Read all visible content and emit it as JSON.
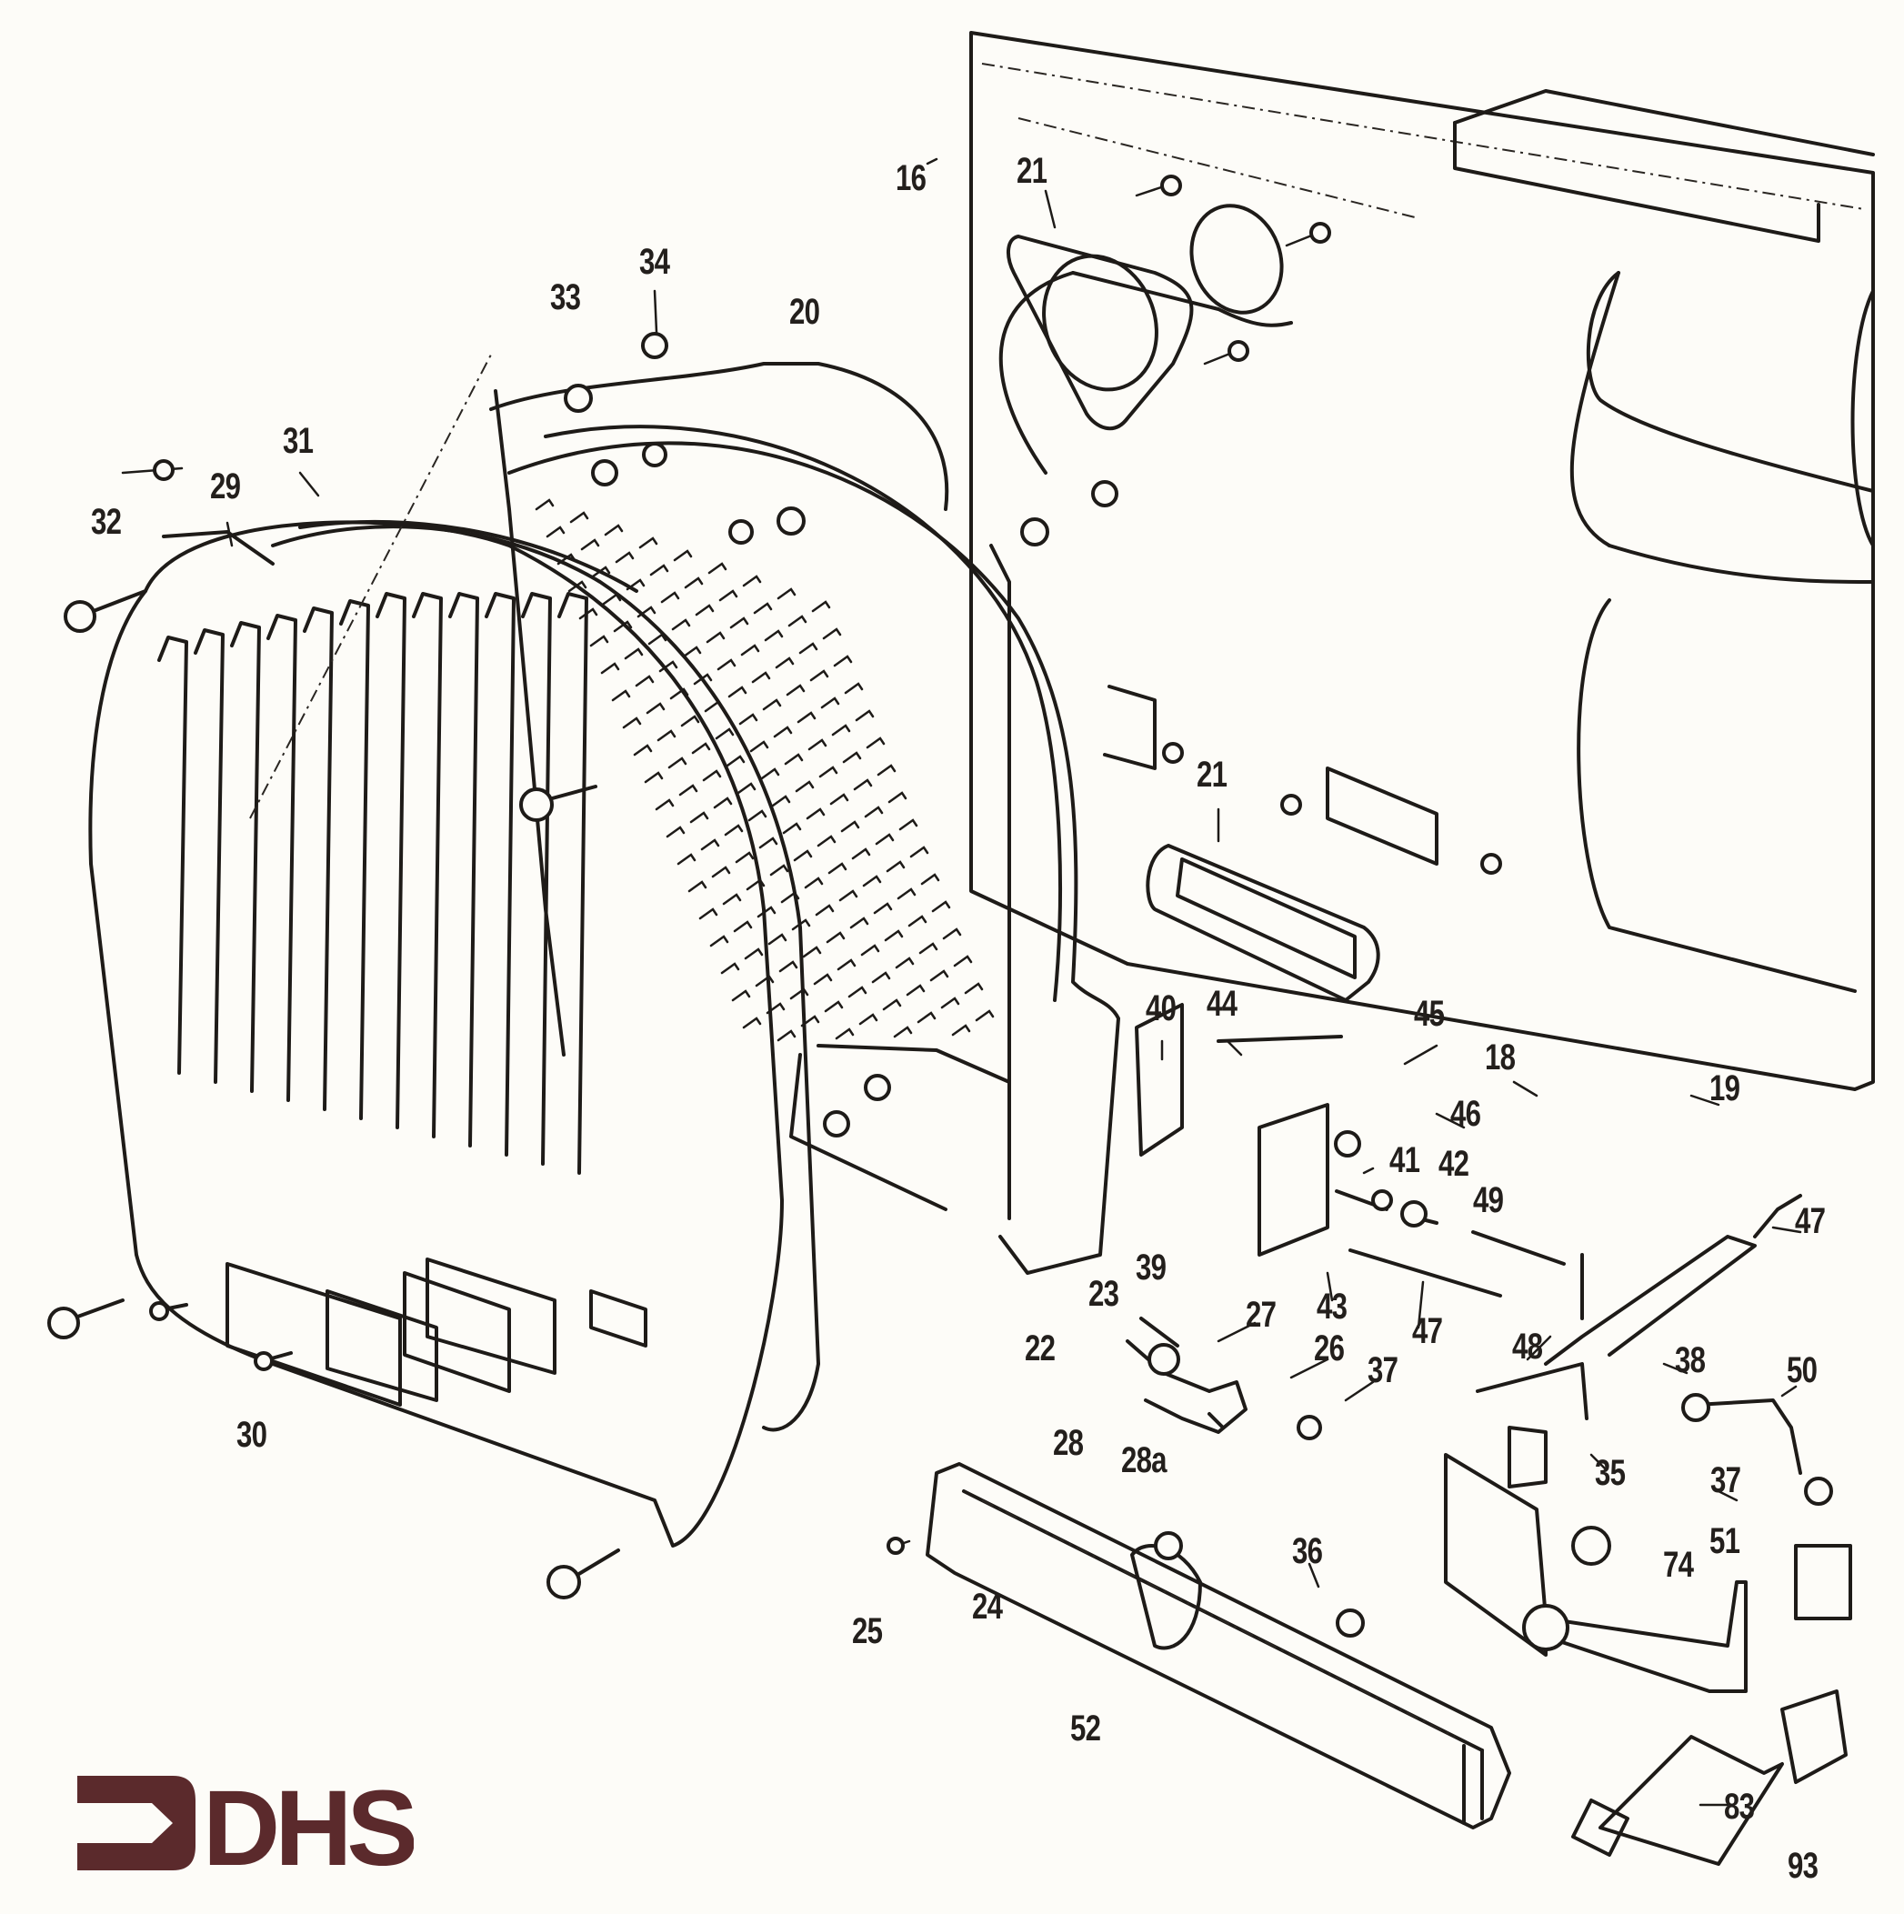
{
  "diagram": {
    "type": "exploded-parts-diagram",
    "brand_logo": {
      "text": "DHS",
      "color": "#5b2a2c",
      "icon": "arrow-bracket-icon"
    },
    "ink_color": "#1e1b18",
    "paper_color": "#fdfcf8",
    "callouts": [
      {
        "id": "c16",
        "label": "16"
      },
      {
        "id": "c21a",
        "label": "21"
      },
      {
        "id": "c34",
        "label": "34"
      },
      {
        "id": "c33",
        "label": "33"
      },
      {
        "id": "c20",
        "label": "20"
      },
      {
        "id": "c31",
        "label": "31"
      },
      {
        "id": "c29",
        "label": "29"
      },
      {
        "id": "c32",
        "label": "32"
      },
      {
        "id": "c21b",
        "label": "21"
      },
      {
        "id": "c40",
        "label": "40"
      },
      {
        "id": "c44",
        "label": "44"
      },
      {
        "id": "c45",
        "label": "45"
      },
      {
        "id": "c18",
        "label": "18"
      },
      {
        "id": "c19",
        "label": "19"
      },
      {
        "id": "c46",
        "label": "46"
      },
      {
        "id": "c41",
        "label": "41"
      },
      {
        "id": "c42",
        "label": "42"
      },
      {
        "id": "c49",
        "label": "49"
      },
      {
        "id": "c47a",
        "label": "47"
      },
      {
        "id": "c39",
        "label": "39"
      },
      {
        "id": "c23",
        "label": "23"
      },
      {
        "id": "c43",
        "label": "43"
      },
      {
        "id": "c27",
        "label": "27"
      },
      {
        "id": "c47b",
        "label": "47"
      },
      {
        "id": "c22",
        "label": "22"
      },
      {
        "id": "c26",
        "label": "26"
      },
      {
        "id": "c48",
        "label": "48"
      },
      {
        "id": "c37a",
        "label": "37"
      },
      {
        "id": "c38",
        "label": "38"
      },
      {
        "id": "c50",
        "label": "50"
      },
      {
        "id": "c28",
        "label": "28"
      },
      {
        "id": "c28a",
        "label": "28a"
      },
      {
        "id": "c35",
        "label": "35"
      },
      {
        "id": "c37b",
        "label": "37"
      },
      {
        "id": "c30",
        "label": "30"
      },
      {
        "id": "c51",
        "label": "51"
      },
      {
        "id": "c74",
        "label": "74"
      },
      {
        "id": "c36",
        "label": "36"
      },
      {
        "id": "c24",
        "label": "24"
      },
      {
        "id": "c25",
        "label": "25"
      },
      {
        "id": "c52",
        "label": "52"
      },
      {
        "id": "c83",
        "label": "83"
      },
      {
        "id": "c93",
        "label": "93"
      }
    ]
  }
}
